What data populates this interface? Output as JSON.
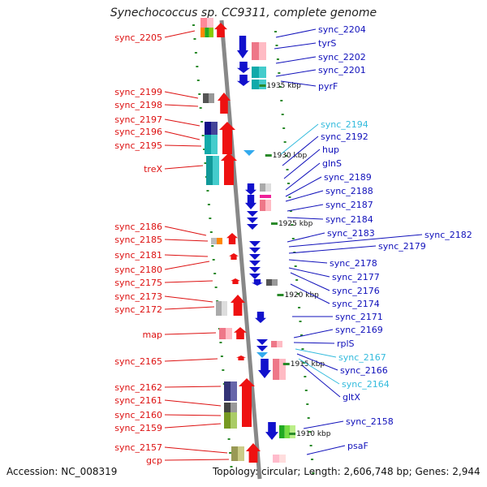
{
  "title": "Synechococcus sp. CC9311, complete genome",
  "accession_label": "Accession: NC_008319",
  "topology_label": "Topology: circular; Length: 2,606,748 bp; Genes: 2,944",
  "colors": {
    "left_label": "#dd1111",
    "right_label": "#1111bb",
    "cyan_label": "#33bbdd",
    "strand": "#888888",
    "tick": "#2a8a2a"
  },
  "kbp_markers": [
    {
      "label": "1935 kbp"
    },
    {
      "label": "1930 kbp"
    },
    {
      "label": "1925 kbp"
    },
    {
      "label": "1920 kbp"
    },
    {
      "label": "1915 kbp"
    },
    {
      "label": "1910 kbp"
    }
  ],
  "left_genes": [
    {
      "label": "sync_2205"
    },
    {
      "label": "sync_2199"
    },
    {
      "label": "sync_2198"
    },
    {
      "label": "sync_2197"
    },
    {
      "label": "sync_2196"
    },
    {
      "label": "sync_2195"
    },
    {
      "label": "treX"
    },
    {
      "label": "sync_2186"
    },
    {
      "label": "sync_2185"
    },
    {
      "label": "sync_2181"
    },
    {
      "label": "sync_2180"
    },
    {
      "label": "sync_2175"
    },
    {
      "label": "sync_2173"
    },
    {
      "label": "sync_2172"
    },
    {
      "label": "map"
    },
    {
      "label": "sync_2165"
    },
    {
      "label": "sync_2162"
    },
    {
      "label": "sync_2161"
    },
    {
      "label": "sync_2160"
    },
    {
      "label": "sync_2159"
    },
    {
      "label": "sync_2157"
    },
    {
      "label": "gcp"
    }
  ],
  "right_genes": [
    {
      "label": "sync_2204"
    },
    {
      "label": "tyrS"
    },
    {
      "label": "sync_2202"
    },
    {
      "label": "sync_2201"
    },
    {
      "label": "pyrF"
    },
    {
      "label": "sync_2194",
      "highlight": true
    },
    {
      "label": "sync_2192"
    },
    {
      "label": "hup"
    },
    {
      "label": "glnS"
    },
    {
      "label": "sync_2189"
    },
    {
      "label": "sync_2188"
    },
    {
      "label": "sync_2187"
    },
    {
      "label": "sync_2184"
    },
    {
      "label": "sync_2183"
    },
    {
      "label": "sync_2182"
    },
    {
      "label": "sync_2179"
    },
    {
      "label": "sync_2178"
    },
    {
      "label": "sync_2177"
    },
    {
      "label": "sync_2176"
    },
    {
      "label": "sync_2174"
    },
    {
      "label": "sync_2171"
    },
    {
      "label": "sync_2169"
    },
    {
      "label": "rplS"
    },
    {
      "label": "sync_2167",
      "highlight": true
    },
    {
      "label": "sync_2166"
    },
    {
      "label": "sync_2164",
      "highlight": true
    },
    {
      "label": "gltX"
    },
    {
      "label": "sync_2158"
    },
    {
      "label": "psaF"
    }
  ]
}
